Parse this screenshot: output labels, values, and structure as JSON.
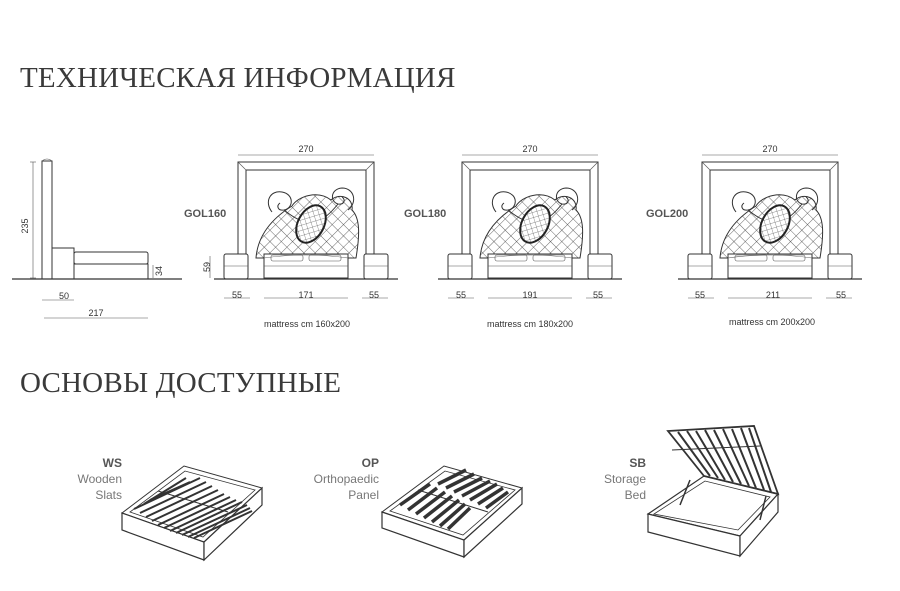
{
  "headings": {
    "tech_info": "ТЕХНИЧЕСКАЯ ИНФОРМАЦИЯ",
    "bases": "ОСНОВЫ ДОСТУПНЫЕ"
  },
  "side_view": {
    "height": "235",
    "base_height": "34",
    "headboard_depth": "50",
    "total_length": "217"
  },
  "models": [
    {
      "code": "GOL160",
      "width_total": "270",
      "nightstand_h": "59",
      "left": "55",
      "center": "171",
      "right": "55",
      "mattress": "mattress cm 160x200"
    },
    {
      "code": "GOL180",
      "width_total": "270",
      "left": "55",
      "center": "191",
      "right": "55",
      "mattress": "mattress cm 180x200"
    },
    {
      "code": "GOL200",
      "width_total": "270",
      "left": "55",
      "center": "211",
      "right": "55",
      "mattress": "mattress cm 200x200"
    }
  ],
  "bases": [
    {
      "code": "WS",
      "line1": "Wooden",
      "line2": "Slats",
      "icon": "wooden-slats-base"
    },
    {
      "code": "OP",
      "line1": "Orthopaedic",
      "line2": "Panel",
      "icon": "orthopaedic-panel-base"
    },
    {
      "code": "SB",
      "line1": "Storage",
      "line2": "Bed",
      "icon": "storage-bed-base"
    }
  ]
}
